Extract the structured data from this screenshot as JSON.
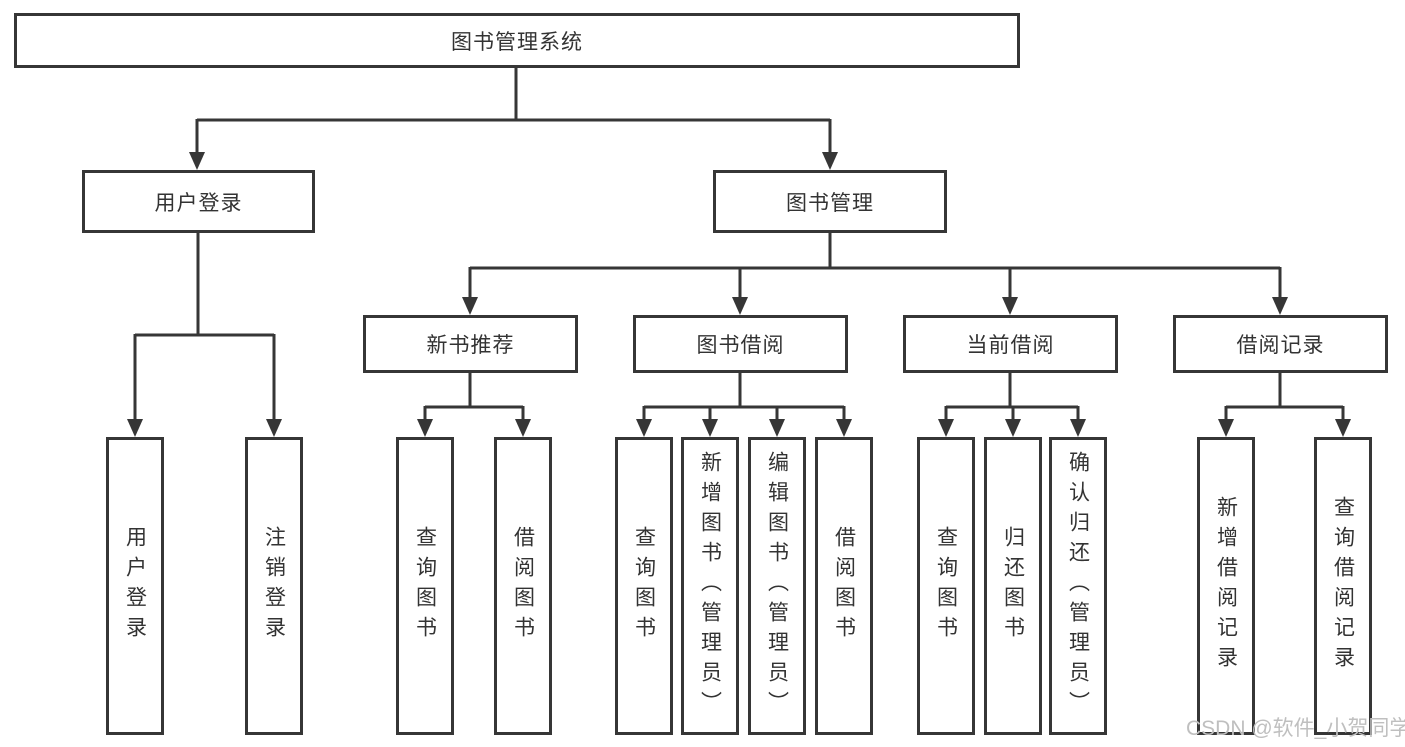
{
  "nodes": {
    "root": {
      "label": "图书管理系统"
    },
    "level2": [
      {
        "label": "用户登录"
      },
      {
        "label": "图书管理"
      }
    ],
    "level3": [
      {
        "label": "新书推荐"
      },
      {
        "label": "图书借阅"
      },
      {
        "label": "当前借阅"
      },
      {
        "label": "借阅记录"
      }
    ],
    "leaves_login": [
      {
        "label": "用户登录"
      },
      {
        "label": "注销登录"
      }
    ],
    "leaves_new_books": [
      {
        "label": "查询图书"
      },
      {
        "label": "借阅图书"
      }
    ],
    "leaves_book_borrow": [
      {
        "label": "查询图书"
      },
      {
        "label": "新增图书（管理员）"
      },
      {
        "label": "编辑图书（管理员）"
      },
      {
        "label": "借阅图书"
      }
    ],
    "leaves_current_borrow": [
      {
        "label": "查询图书"
      },
      {
        "label": "归还图书"
      },
      {
        "label": "确认归还（管理员）"
      }
    ],
    "leaves_borrow_records": [
      {
        "label": "新增借阅记录"
      },
      {
        "label": "查询借阅记录"
      }
    ]
  },
  "watermark": {
    "text": "CSDN @软件_小贺同学"
  },
  "colors": {
    "line": "#363636",
    "text": "#333333",
    "background": "#ffffff",
    "watermark": "#bfbfbf"
  }
}
